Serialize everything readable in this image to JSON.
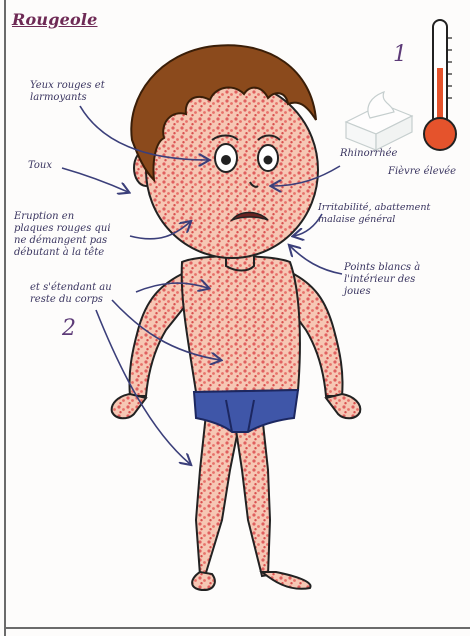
{
  "title": "Rougeole",
  "steps": {
    "one": "1",
    "two": "2"
  },
  "labels": {
    "eyes": "Yeux rouges et\nlarmoyants",
    "cough": "Toux",
    "rash_head": "Eruption en\nplaques rouges qui\nne démangent pas\ndébutant à la tête",
    "rash_body": "et s'étendant au\nreste du corps",
    "rhinorrhea": "Rhinorrhée",
    "fever": "Fièvre élevée",
    "irritability": "Irritabilité, abattement\nmalaise général",
    "white_spots": "Points blancs à\nl'intérieur des\njoues"
  },
  "colors": {
    "title": "#6e2a55",
    "rash": "#e0605f",
    "hair": "#8b4a1c",
    "underwear": "#3f56a8",
    "thermometer_red": "#e5532c",
    "arrow": "#3b3f7a"
  },
  "icons": [
    "thermometer-icon",
    "tissue-box-icon"
  ]
}
